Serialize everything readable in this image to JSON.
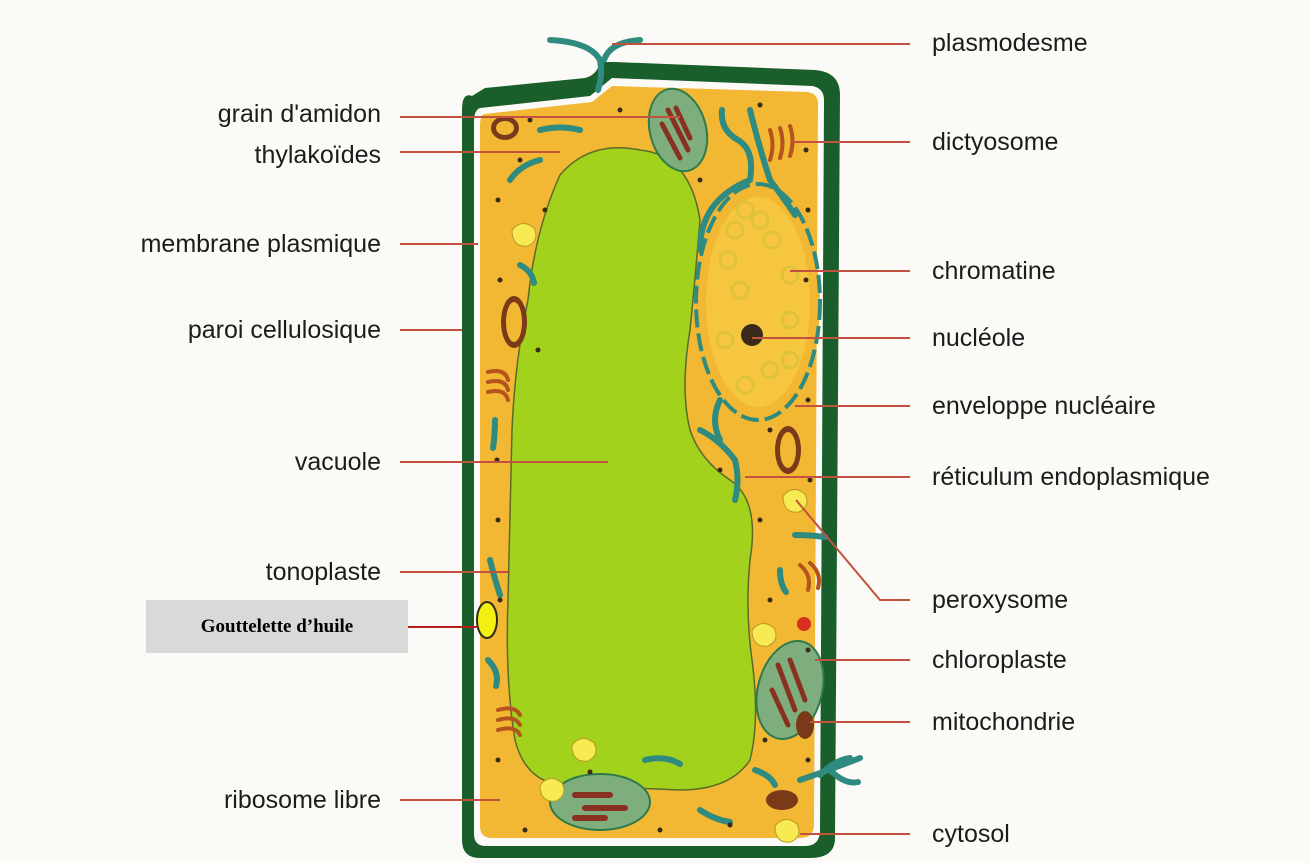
{
  "labels_left": [
    {
      "id": "grain-amidon",
      "text": "grain d'amidon"
    },
    {
      "id": "thylakoides",
      "text": "thylakoïdes"
    },
    {
      "id": "membrane-plasmique",
      "text": "membrane plasmique"
    },
    {
      "id": "paroi-cellulosique",
      "text": "paroi cellulosique"
    },
    {
      "id": "vacuole",
      "text": "vacuole"
    },
    {
      "id": "tonoplaste",
      "text": "tonoplaste"
    },
    {
      "id": "ribosome-libre",
      "text": "ribosome libre"
    }
  ],
  "labels_right": [
    {
      "id": "plasmodesme",
      "text": "plasmodesme"
    },
    {
      "id": "dictyosome",
      "text": "dictyosome"
    },
    {
      "id": "chromatine",
      "text": "chromatine"
    },
    {
      "id": "nucleole",
      "text": "nucléole"
    },
    {
      "id": "enveloppe-nucleaire",
      "text": "enveloppe nucléaire"
    },
    {
      "id": "reticulum",
      "text": "réticulum endoplasmique"
    },
    {
      "id": "peroxysome",
      "text": "peroxysome"
    },
    {
      "id": "chloroplaste",
      "text": "chloroplaste"
    },
    {
      "id": "mitochondrie",
      "text": "mitochondrie"
    },
    {
      "id": "cytosol",
      "text": "cytosol"
    }
  ],
  "highlight_label": "Gouttelette  d’huile",
  "colors": {
    "cell_wall": "#1a5e2c",
    "cytoplasm": "#f2b733",
    "vacuole": "#a3d21c",
    "organelle": "#2f8a80",
    "leader_line": "#c2523f",
    "oil_droplet": "#f5ee12",
    "highlight_box": "#d9d9d9",
    "highlight_line": "#b71c1c"
  }
}
